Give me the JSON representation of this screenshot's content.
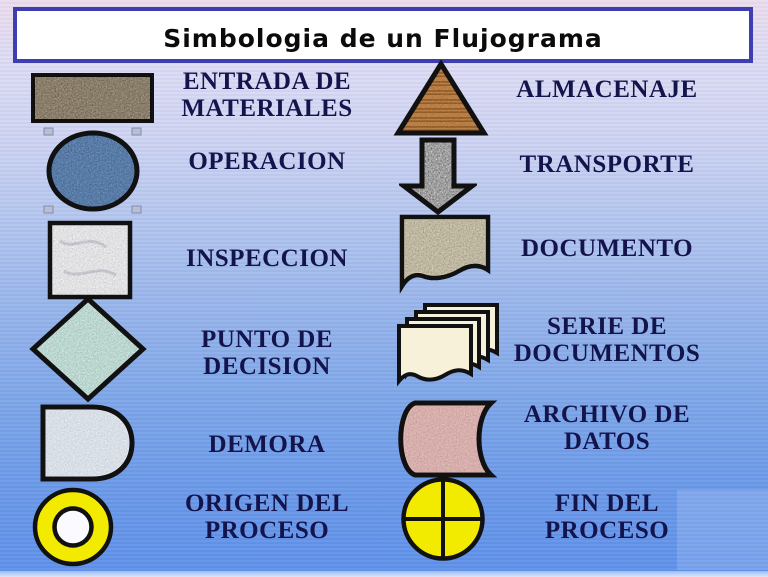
{
  "title": "Simbologia de un Flujograma",
  "legend": {
    "left": [
      {
        "name": "entrada-de-materiales",
        "symbol": "speckled-rectangle",
        "label": "ENTRADA DE\nMATERIALES"
      },
      {
        "name": "operacion",
        "symbol": "blue-textured-circle",
        "label": "OPERACION"
      },
      {
        "name": "inspeccion",
        "symbol": "marble-square",
        "label": "INSPECCION"
      },
      {
        "name": "punto-de-decision",
        "symbol": "aqua-diamond",
        "label": "PUNTO DE\nDECISION"
      },
      {
        "name": "demora",
        "symbol": "d-half-rounded-shape",
        "label": "DEMORA"
      },
      {
        "name": "origen-del-proceso",
        "symbol": "yellow-ring",
        "label": "ORIGEN DEL\nPROCESO"
      }
    ],
    "right": [
      {
        "name": "almacenaje",
        "symbol": "wood-triangle",
        "label": "ALMACENAJE"
      },
      {
        "name": "transporte",
        "symbol": "granite-down-arrow",
        "label": "TRANSPORTE"
      },
      {
        "name": "documento",
        "symbol": "document-shape",
        "label": "DOCUMENTO"
      },
      {
        "name": "serie-de-documentos",
        "symbol": "stacked-documents",
        "label": "SERIE DE\nDOCUMENTOS"
      },
      {
        "name": "archivo-de-datos",
        "symbol": "stored-data-shape",
        "label": "ARCHIVO DE\nDATOS"
      },
      {
        "name": "fin-del-proceso",
        "symbol": "crossed-yellow-circle",
        "label": "FIN DEL\nPROCESO"
      }
    ]
  },
  "colors": {
    "background_top": "#ecddec",
    "background_bottom": "#5f91e9",
    "bottom_strip": "#dce7f9",
    "title_border": "#3e3eb0",
    "title_background": "#ffffff",
    "label_text": "#14144c",
    "shape_outline": "#111111",
    "raw_material_brown": "#a89a82",
    "operation_blue": "#6a93c6",
    "inspection_marble": "#f3f3f5",
    "decision_aqua": "#cdebe3",
    "delay_pale_blue": "#e7edf5",
    "ring_yellow": "#f2eb00",
    "wood_brown": "#c88a4c",
    "arrow_granite": "#cbcbcb",
    "document_beige": "#d8d0b6",
    "series_cream": "#f8f1d9",
    "archive_pink": "#e9bebb"
  }
}
